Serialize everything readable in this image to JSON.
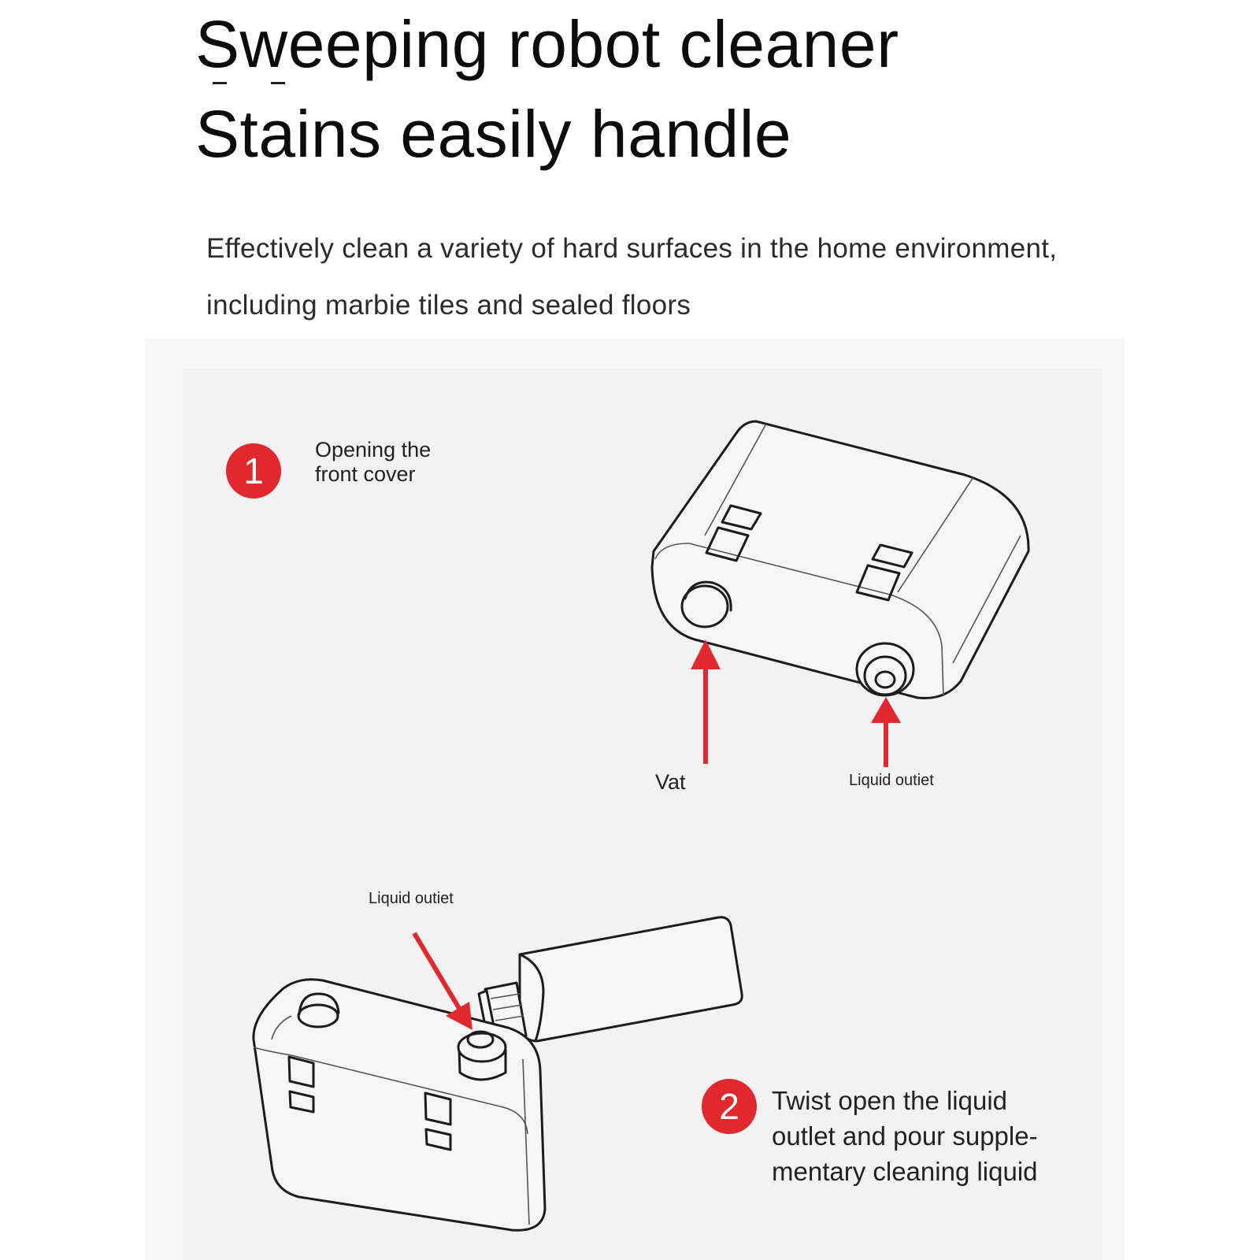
{
  "heading": {
    "line1": "Sweeping robot cleaner",
    "line2": "Stains easily handle"
  },
  "subtitle": "Effectively clean a variety of hard surfaces in the home environment, including marbie tiles and sealed floors",
  "steps": [
    {
      "number": "1",
      "text_line1": "Opening the",
      "text_line2": "front cover"
    },
    {
      "number": "2",
      "text_line1": "Twist open the liquid",
      "text_line2": "outlet and pour supple-",
      "text_line3": "mentary cleaning liquid"
    }
  ],
  "callouts": {
    "vat": "Vat",
    "liquid_outlet_top": "Liquid outiet",
    "liquid_outlet_bottom": "Liquid outiet"
  },
  "colors": {
    "accent": "#e0282e",
    "panel": "#f2f2f2",
    "line": "#1c1c1c"
  }
}
